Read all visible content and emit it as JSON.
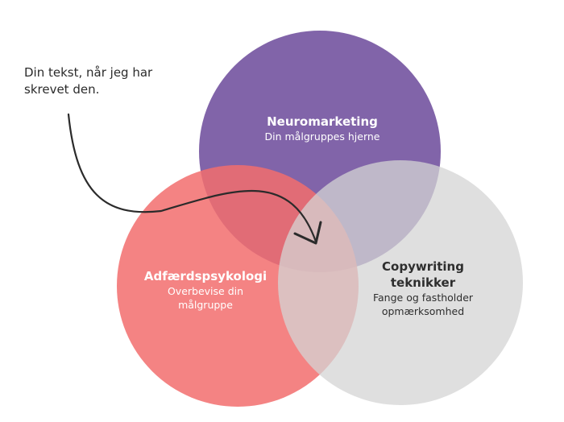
{
  "annotation": {
    "text": "Din tekst, når jeg har skrevet den."
  },
  "circles": {
    "neuromarketing": {
      "title": "Neuromarketing",
      "subtitle": "Din målgruppes hjerne",
      "color": "#7c5ea6"
    },
    "adfaerdspsykologi": {
      "title": "Adfærdspsykologi",
      "subtitle": "Overbevise din målgruppe",
      "color": "#f26d6d"
    },
    "copywriting": {
      "title": "Copywriting teknikker",
      "subtitle": "Fange og fastholder opmærksomhed",
      "color": "#d4d4d4"
    }
  },
  "arrow_color": "#2b2b2b"
}
